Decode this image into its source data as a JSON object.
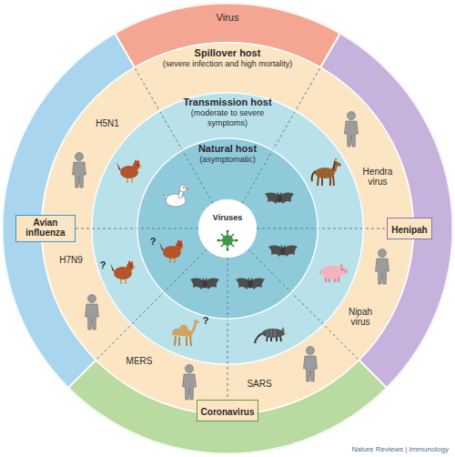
{
  "diagram": {
    "nodes": [
      {
        "text": [
          "Virus"
        ]
      },
      {
        "text": [
          "Spillover host",
          "(severe infection and high mortality)"
        ],
        "in": 0
      },
      {
        "text": [
          "Transmission host",
          "(moderate to severe symptoms)"
        ],
        "in": 1
      },
      {
        "text": [
          "Natural host",
          "(asymptomatic)"
        ],
        "in": 2
      },
      {
        "text": [
          "Viruses"
        ],
        "in": 3
      },
      {
        "text": [
          "Henipah"
        ],
        "in": 0
      },
      {
        "text": [
          "Coronavirus"
        ],
        "in": 0
      },
      {
        "text": [
          "Avian influenza"
        ],
        "in": 0
      }
    ],
    "labels": [
      "Hendra virus",
      "Nipah virus",
      "SARS",
      "MERS",
      "H7N9",
      "?",
      "?",
      "?",
      "H5N1",
      "Nature Reviews | Immunology"
    ]
  }
}
